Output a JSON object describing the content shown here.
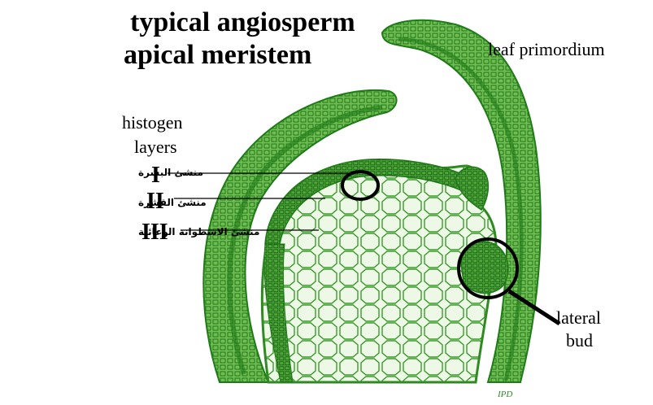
{
  "title": {
    "line1": "typical angiosperm",
    "line2": "apical meristem"
  },
  "labels": {
    "leaf_primordium": "leaf primordium",
    "histogen_line1": "histogen",
    "histogen_line2": "layers",
    "lateral_line1": "lateral",
    "lateral_line2": "bud"
  },
  "layers": [
    {
      "numeral": "I",
      "arabic": "منشئ البشرة"
    },
    {
      "numeral": "II",
      "arabic": "منشئ القشرة"
    },
    {
      "numeral": "III",
      "arabic": "منشئ الاسطوانة الوعائية"
    }
  ],
  "signature": "IPD",
  "colors": {
    "tissue_dark": "#1f7a18",
    "tissue_mid": "#3f9f2c",
    "tissue_light": "#8ccf70",
    "cell_fill": "#e9f6df",
    "ink": "#000000"
  }
}
